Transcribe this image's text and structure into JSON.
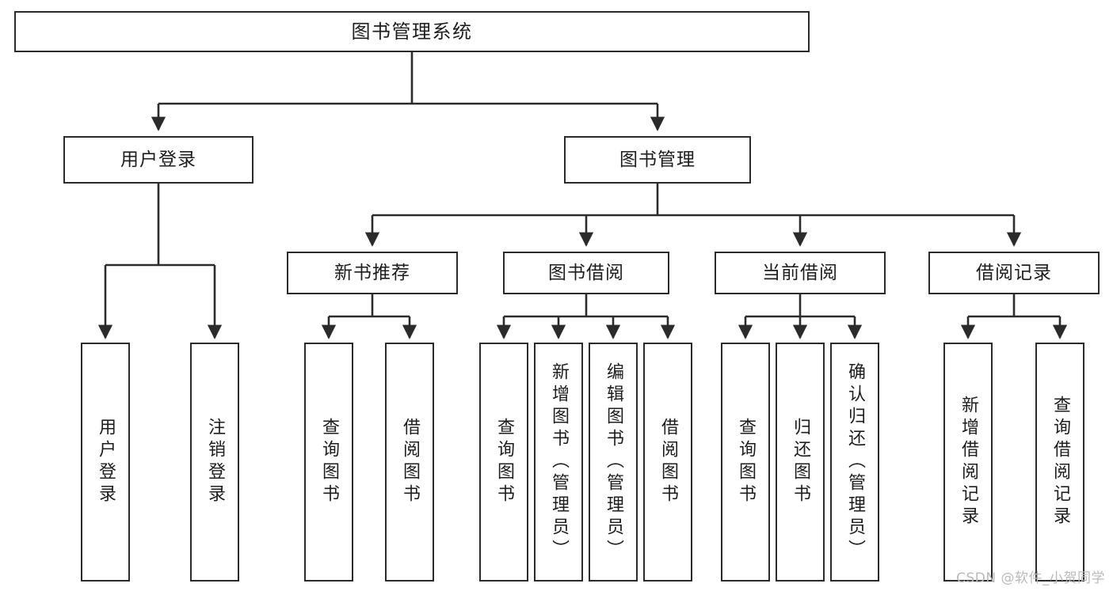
{
  "diagram": {
    "type": "tree-hierarchy",
    "title": "图书管理系统",
    "orientation": "top-down",
    "watermark": "CSDN @软件_小贺同学",
    "colors": {
      "background": "#ffffff",
      "node_border": "#2b2b2b",
      "node_fill": "#ffffff",
      "text": "#1d1d1d",
      "edge": "#2b2b2b",
      "watermark": "#b9b9b9"
    }
  },
  "nodes": {
    "root": {
      "label": "图书管理系统",
      "level": 1
    },
    "level2": [
      {
        "id": "user-login",
        "label": "用户登录",
        "level": 2
      },
      {
        "id": "book-management",
        "label": "图书管理",
        "level": 2
      }
    ],
    "level3": [
      {
        "id": "new-book-recommend",
        "label": "新书推荐",
        "level": 3,
        "parent": "book-management"
      },
      {
        "id": "book-borrow",
        "label": "图书借阅",
        "level": 3,
        "parent": "book-management"
      },
      {
        "id": "current-borrow",
        "label": "当前借阅",
        "level": 3,
        "parent": "book-management"
      },
      {
        "id": "borrow-record",
        "label": "借阅记录",
        "level": 3,
        "parent": "book-management"
      }
    ],
    "leaves": [
      {
        "id": "leaf-user-login",
        "label": "用户登录",
        "parent": "user-login"
      },
      {
        "id": "leaf-logout-login",
        "label": "注销登录",
        "parent": "user-login"
      },
      {
        "id": "leaf-query-book-1",
        "label": "查询图书",
        "parent": "new-book-recommend"
      },
      {
        "id": "leaf-borrow-book-1",
        "label": "借阅图书",
        "parent": "new-book-recommend"
      },
      {
        "id": "leaf-query-book-2",
        "label": "查询图书",
        "parent": "book-borrow"
      },
      {
        "id": "leaf-add-book",
        "label": "新增图书（管理员）",
        "parent": "book-borrow"
      },
      {
        "id": "leaf-edit-book",
        "label": "编辑图书（管理员）",
        "parent": "book-borrow"
      },
      {
        "id": "leaf-borrow-book-2",
        "label": "借阅图书",
        "parent": "book-borrow"
      },
      {
        "id": "leaf-query-book-3",
        "label": "查询图书",
        "parent": "current-borrow"
      },
      {
        "id": "leaf-return-book",
        "label": "归还图书",
        "parent": "current-borrow"
      },
      {
        "id": "leaf-confirm-return",
        "label": "确认归还（管理员）",
        "parent": "current-borrow"
      },
      {
        "id": "leaf-add-record",
        "label": "新增借阅记录",
        "parent": "borrow-record"
      },
      {
        "id": "leaf-query-record",
        "label": "查询借阅记录",
        "parent": "borrow-record"
      }
    ]
  }
}
